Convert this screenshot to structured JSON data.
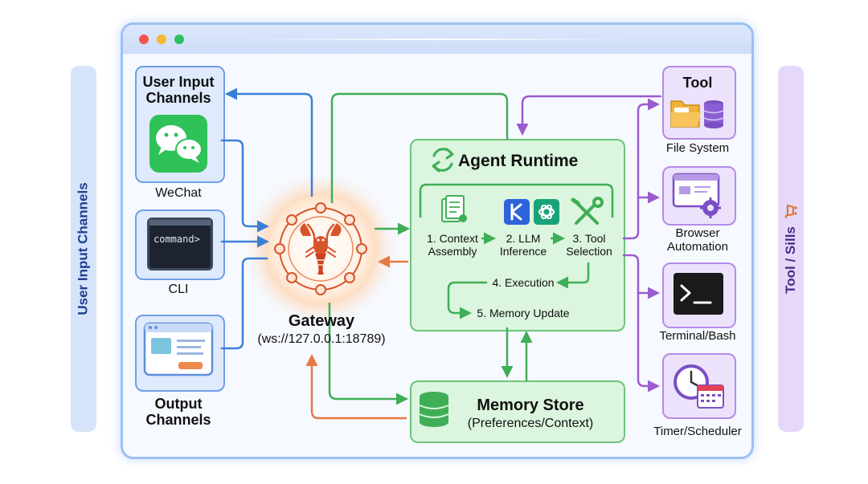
{
  "side": {
    "left_label": "User Input Channels",
    "right_label": "Tool / Sills"
  },
  "input": {
    "title": "User Input Channels",
    "wechat_label": "WeChat",
    "cli_label": "CLI",
    "cli_text": "command>",
    "output_label": "Output Channels"
  },
  "gateway": {
    "title": "Gateway",
    "address": "(ws://127.0.0.1:18789)"
  },
  "runtime": {
    "title": "Agent Runtime",
    "steps": [
      "1. Context Assembly",
      "2. LLM Inference",
      "3. Tool Selection",
      "4. Execution",
      "5. Memory Update"
    ]
  },
  "memory": {
    "title": "Memory Store",
    "subtitle": "(Preferences/Context)"
  },
  "tools": {
    "title": "Tool",
    "items": [
      "File System",
      "Browser Automation",
      "Terminal/Bash",
      "Timer/Scheduler"
    ]
  },
  "icons": [
    "wechat-icon",
    "terminal-icon",
    "output-window-icon",
    "lobster-icon",
    "refresh-icon",
    "document-icon",
    "kimi-icon",
    "openai-icon",
    "tools-icon",
    "database-icon",
    "folder-icon",
    "browser-gear-icon",
    "clock-calendar-icon"
  ],
  "colors": {
    "blue": "#3b7fd4",
    "green": "#3fae56",
    "orange": "#e57a45",
    "purple": "#9b5ccf",
    "gateway": "#d8542a"
  }
}
